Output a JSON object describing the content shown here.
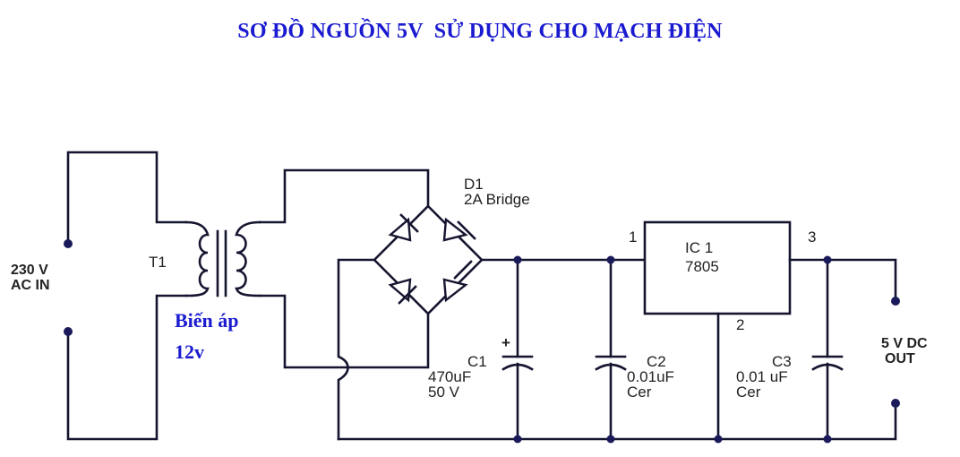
{
  "title": "SƠ ĐỒ NGUỒN 5V  SỬ DỤNG CHO MẠCH ĐIỆN",
  "labels": {
    "input_line1": "230 V",
    "input_line2": "AC  IN",
    "transformer": "T1",
    "transformer_note_line1": "Biến áp",
    "transformer_note_line2": "12v",
    "bridge_name": "D1",
    "bridge_value": "2A Bridge",
    "c1_name": "C1",
    "c1_value": "470uF",
    "c1_voltage": "50 V",
    "c1_polarity": "+",
    "c2_name": "C2",
    "c2_value": "0.01uF",
    "c2_type": "Cer",
    "c3_name": "C3",
    "c3_value": "0.01 uF",
    "c3_type": "Cer",
    "ic_name": "IC 1",
    "ic_part": "7805",
    "pin1": "1",
    "pin2": "2",
    "pin3": "3",
    "output_line1": "5 V DC",
    "output_line2": "OUT"
  }
}
